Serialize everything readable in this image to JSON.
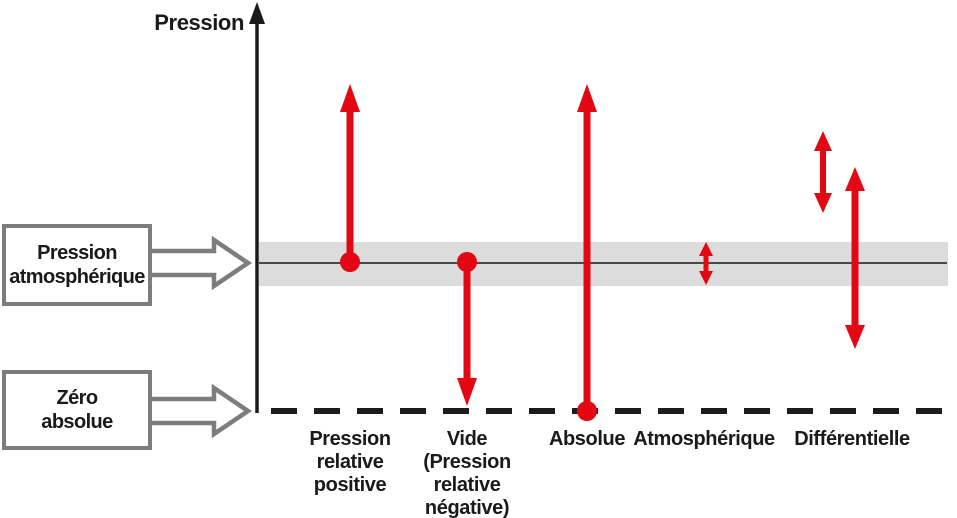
{
  "axis": {
    "title": "Pression"
  },
  "callouts": {
    "atmospheric": {
      "label": "Pression\natmosphérique"
    },
    "zero": {
      "label": "Zéro\nabsolue"
    }
  },
  "categories": [
    {
      "id": "gauge-positive",
      "label": "Pression\nrelative\npositive"
    },
    {
      "id": "vacuum",
      "label": "Vide\n(Pression\nrelative\nnégative)"
    },
    {
      "id": "absolute",
      "label": "Absolue"
    },
    {
      "id": "atmospheric",
      "label": "Atmosphérique"
    },
    {
      "id": "differential",
      "label": "Différentielle"
    }
  ],
  "reference_lines": {
    "atmospheric_pressure": "Pression atmosphérique",
    "absolute_zero": "Zéro absolue (ligne pointillée)"
  },
  "colors": {
    "arrow_red": "#e30613",
    "band_gray": "#dcdcdc",
    "band_center_line": "#4a4a4a",
    "outline_gray": "#7d7d7d",
    "ink": "#1a1a1a"
  }
}
